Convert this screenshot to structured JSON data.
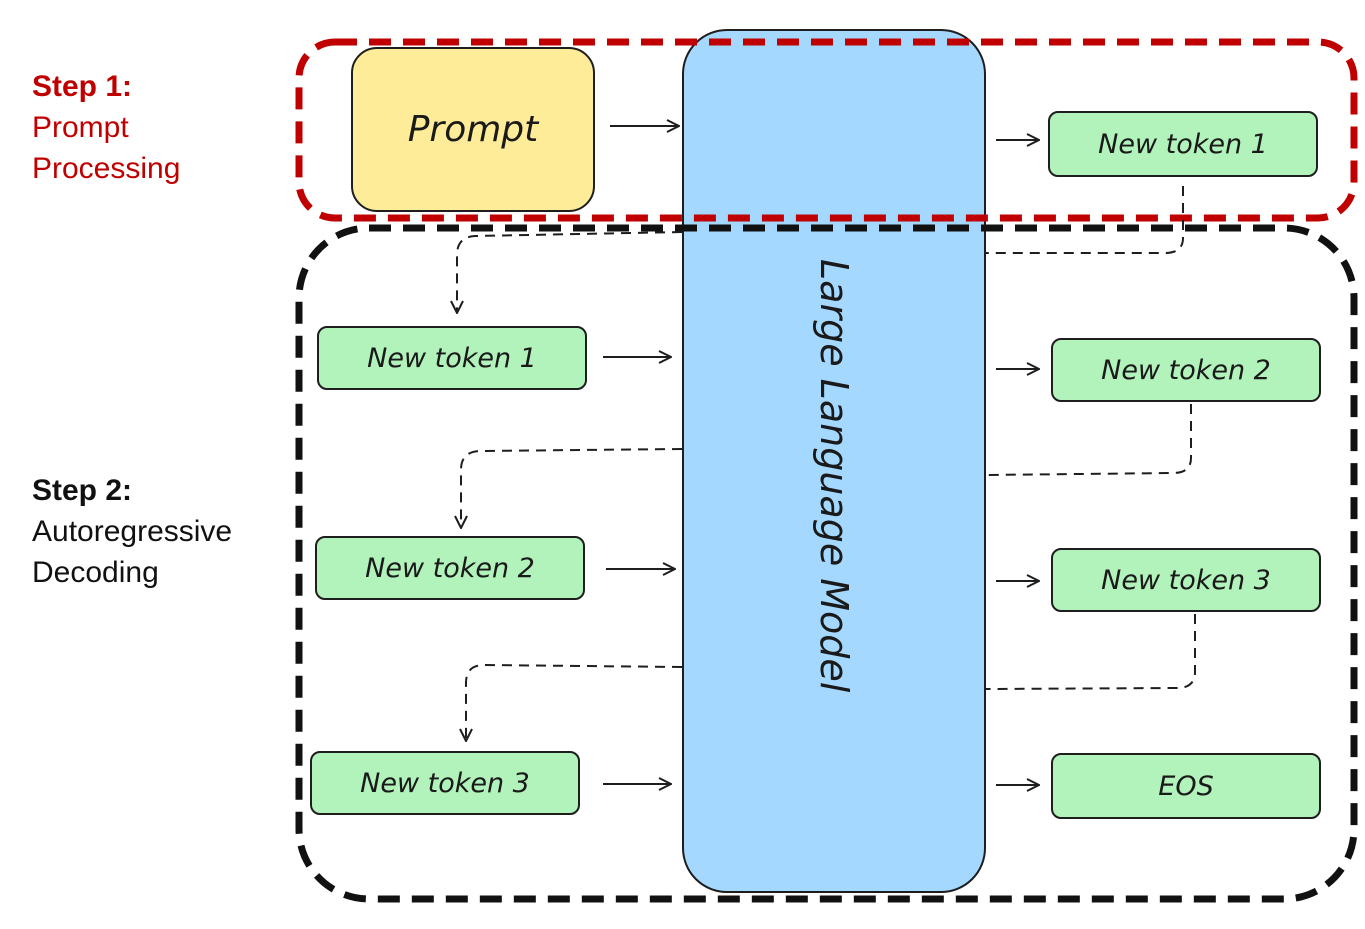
{
  "steps": {
    "step1": {
      "bold": "Step 1:",
      "line1": "Prompt",
      "line2": "Processing",
      "color": "#c00000"
    },
    "step2": {
      "bold": "Step 2:",
      "line1": "Autoregressive",
      "line2": "Decoding",
      "color": "#111111"
    }
  },
  "model": {
    "label": "Large Language Model",
    "fill": "#a5d8ff"
  },
  "inputs": {
    "prompt": "Prompt",
    "token1": "New token 1",
    "token2": "New token 2",
    "token3": "New token 3"
  },
  "outputs": {
    "token1": "New token 1",
    "token2": "New token 2",
    "token3": "New token 3",
    "eos": "EOS"
  },
  "colors": {
    "token_fill": "#b2f2bb",
    "prompt_fill": "#ffec99",
    "step1_box": "#c00000",
    "step2_box": "#111111"
  }
}
